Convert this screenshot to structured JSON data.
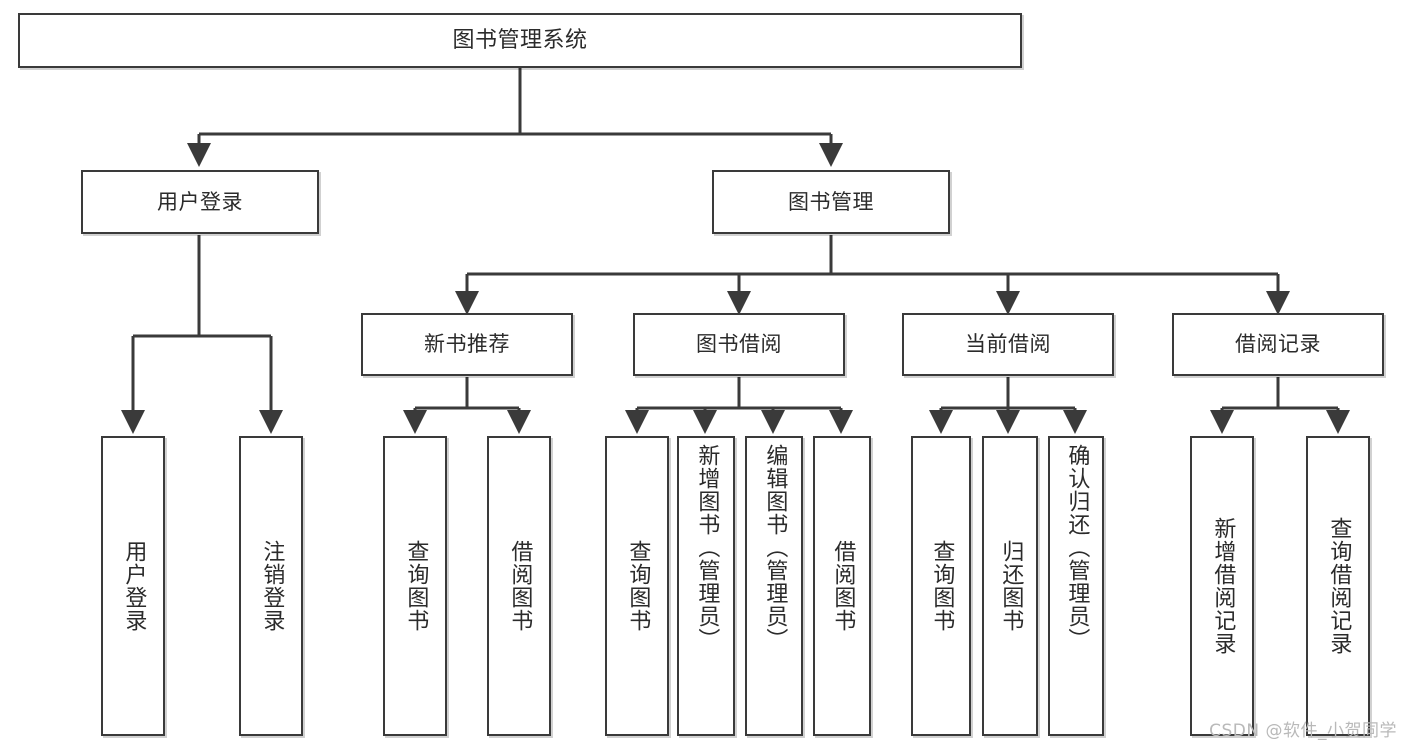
{
  "diagram": {
    "type": "tree-hierarchy",
    "title": "图书管理系统",
    "root": {
      "label": "图书管理系统"
    },
    "level2": [
      {
        "label": "用户登录"
      },
      {
        "label": "图书管理"
      }
    ],
    "level3": [
      {
        "label": "新书推荐"
      },
      {
        "label": "图书借阅"
      },
      {
        "label": "当前借阅"
      },
      {
        "label": "借阅记录"
      }
    ],
    "leaves": {
      "user_login": [
        {
          "label": "用户登录"
        },
        {
          "label": "注销登录"
        }
      ],
      "new_book_recommend": [
        {
          "label": "查询图书"
        },
        {
          "label": "借阅图书"
        }
      ],
      "book_borrow": [
        {
          "label": "查询图书"
        },
        {
          "label": "新增图书（管理员）"
        },
        {
          "label": "编辑图书（管理员）"
        },
        {
          "label": "借阅图书"
        }
      ],
      "current_borrow": [
        {
          "label": "查询图书"
        },
        {
          "label": "归还图书"
        },
        {
          "label": "确认归还（管理员）"
        }
      ],
      "borrow_record": [
        {
          "label": "新增借阅记录"
        },
        {
          "label": "查询借阅记录"
        }
      ]
    }
  },
  "watermark": {
    "text": "CSDN @软件_小贺同学"
  },
  "colors": {
    "background": "#ffffff",
    "box_border": "#3a3a3a",
    "connector": "#3a3a3a",
    "text": "#2b2b2b",
    "watermark": "#b9b9b9"
  }
}
